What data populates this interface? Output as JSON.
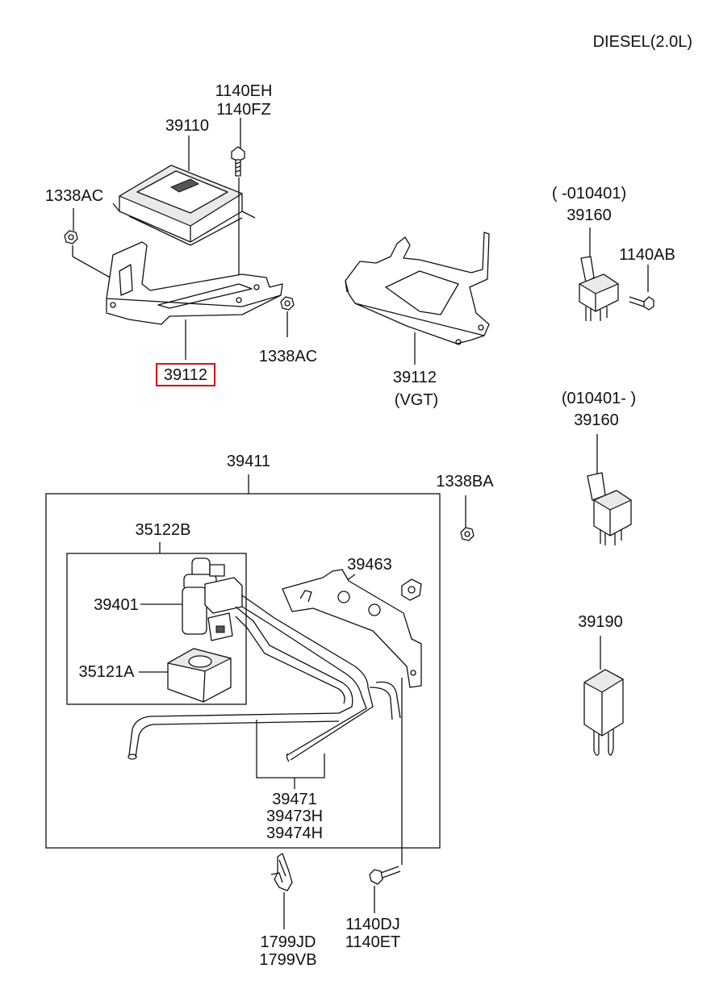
{
  "header": {
    "engine_label": "DIESEL(2.0L)"
  },
  "labels": {
    "ecu_bolts_1": "1140EH",
    "ecu_bolts_2": "1140FZ",
    "ecu": "39110",
    "nut_left": "1338AC",
    "nut_bracket": "1338AC",
    "bracket_selected": "39112",
    "bracket_vgt_1": "39112",
    "bracket_vgt_2": "(VGT)",
    "relay_top_range": "( -010401)",
    "relay_top": "39160",
    "relay_top_bolt": "1140AB",
    "relay_bottom_range": "(010401- )",
    "relay_bottom": "39160",
    "assembly": "39411",
    "nut_assembly": "1338BA",
    "valve_kit": "35122B",
    "valve": "39401",
    "valve_holder": "35121A",
    "hose_bracket": "39463",
    "hose_1": "39471",
    "hose_2": "39473H",
    "hose_3": "39474H",
    "module": "39190",
    "clip_1": "1799JD",
    "clip_2": "1799VB",
    "bolt_bottom_1": "1140DJ",
    "bolt_bottom_2": "1140ET"
  },
  "highlight_color": "#d0121b"
}
